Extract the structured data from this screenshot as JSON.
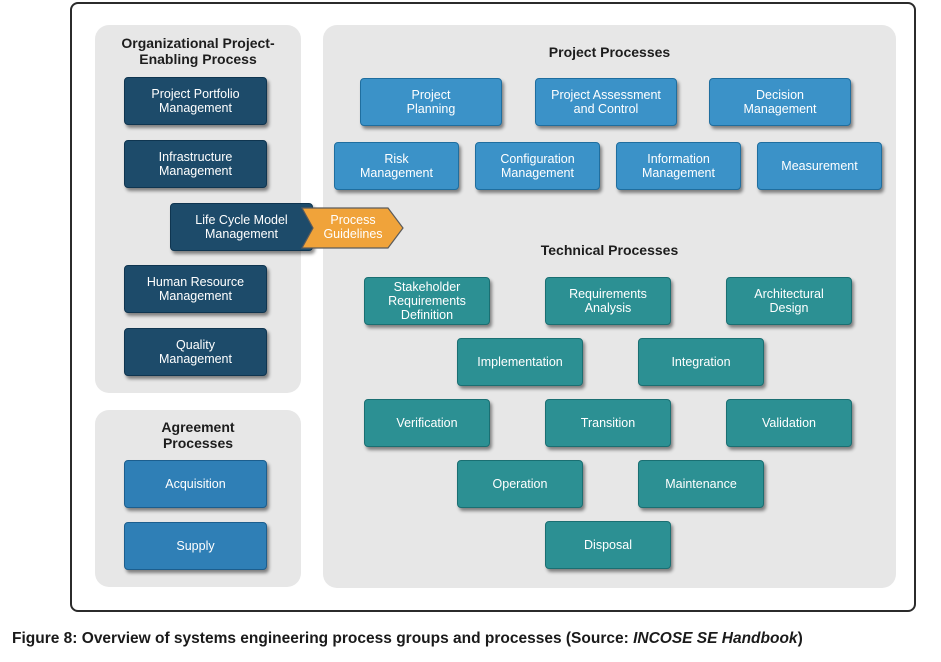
{
  "org_panel": {
    "title": "Organizational Project-\nEnabling Process",
    "items": [
      "Project Portfolio\nManagement",
      "Infrastructure\nManagement",
      "Life Cycle Model\nManagement",
      "Human Resource\nManagement",
      "Quality\nManagement"
    ],
    "arrow_label": "Process\nGuidelines"
  },
  "agreement_panel": {
    "title": "Agreement\nProcesses",
    "items": [
      "Acquisition",
      "Supply"
    ]
  },
  "project_section": {
    "title": "Project Processes",
    "items": [
      "Project\nPlanning",
      "Project Assessment\nand Control",
      "Decision\nManagement",
      "Risk\nManagement",
      "Configuration\nManagement",
      "Information\nManagement",
      "Measurement"
    ]
  },
  "technical_section": {
    "title": "Technical Processes",
    "items": [
      "Stakeholder\nRequirements\nDefinition",
      "Requirements\nAnalysis",
      "Architectural\nDesign",
      "Implementation",
      "Integration",
      "Verification",
      "Transition",
      "Validation",
      "Operation",
      "Maintenance",
      "Disposal"
    ]
  },
  "caption": {
    "prefix": "Figure 8: Overview of systems engineering process groups and processes (Source: ",
    "source": "INCOSE SE Handbook",
    "suffix": ")"
  },
  "colors": {
    "navy": "#1d4b6a",
    "blue": "#2f7fb6",
    "project_blue": "#3b92c8",
    "teal": "#2c9093",
    "orange": "#f0a33a",
    "panel_gray": "#e7e7e7"
  }
}
